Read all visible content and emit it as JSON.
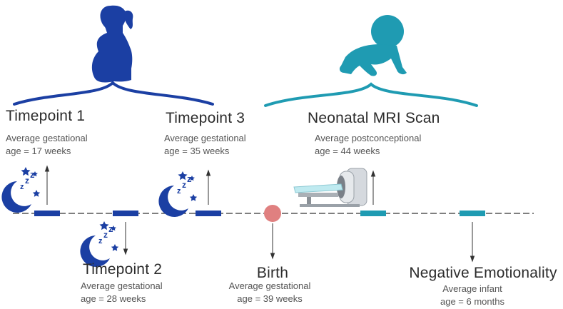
{
  "colors": {
    "navy": "#1b3fa3",
    "teal": "#1f9bb2",
    "birth": "#e08080",
    "line": "#333333"
  },
  "icons": {
    "pregnant": "pregnant-woman-icon",
    "baby": "crawling-baby-icon",
    "sleep": "sleep-moon-icon",
    "mri": "mri-scanner-icon"
  },
  "timepoint1": {
    "title": "Timepoint 1",
    "line1": "Average gestational",
    "line2": "age = 17 weeks"
  },
  "timepoint2": {
    "title": "Timepoint 2",
    "line1": "Average gestational",
    "line2": "age = 28 weeks"
  },
  "timepoint3": {
    "title": "Timepoint 3",
    "line1": "Average gestational",
    "line2": "age = 35 weeks"
  },
  "birth": {
    "title": "Birth",
    "line1": "Average gestational",
    "line2": "age = 39 weeks"
  },
  "mri": {
    "title": "Neonatal MRI Scan",
    "line1": "Average postconceptional",
    "line2": "age = 44 weeks"
  },
  "emotion": {
    "title": "Negative Emotionality",
    "line1": "Average infant",
    "line2": "age = 6 months"
  }
}
